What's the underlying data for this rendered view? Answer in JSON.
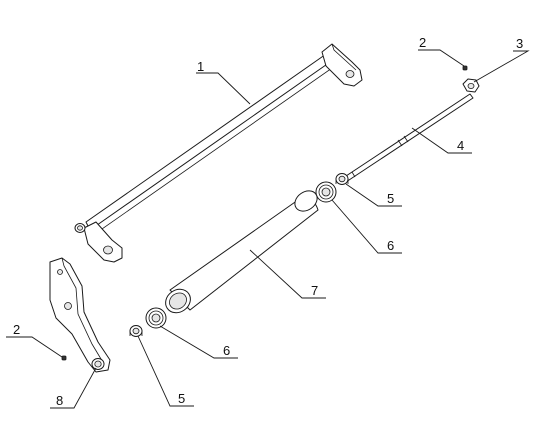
{
  "callouts": [
    {
      "id": "c1",
      "label": "1"
    },
    {
      "id": "c2a",
      "label": "2"
    },
    {
      "id": "c3",
      "label": "3"
    },
    {
      "id": "c4",
      "label": "4"
    },
    {
      "id": "c5a",
      "label": "5"
    },
    {
      "id": "c6a",
      "label": "6"
    },
    {
      "id": "c7",
      "label": "7"
    },
    {
      "id": "c2b",
      "label": "2"
    },
    {
      "id": "c6b",
      "label": "6"
    },
    {
      "id": "c8",
      "label": "8"
    },
    {
      "id": "c5b",
      "label": "5"
    }
  ]
}
